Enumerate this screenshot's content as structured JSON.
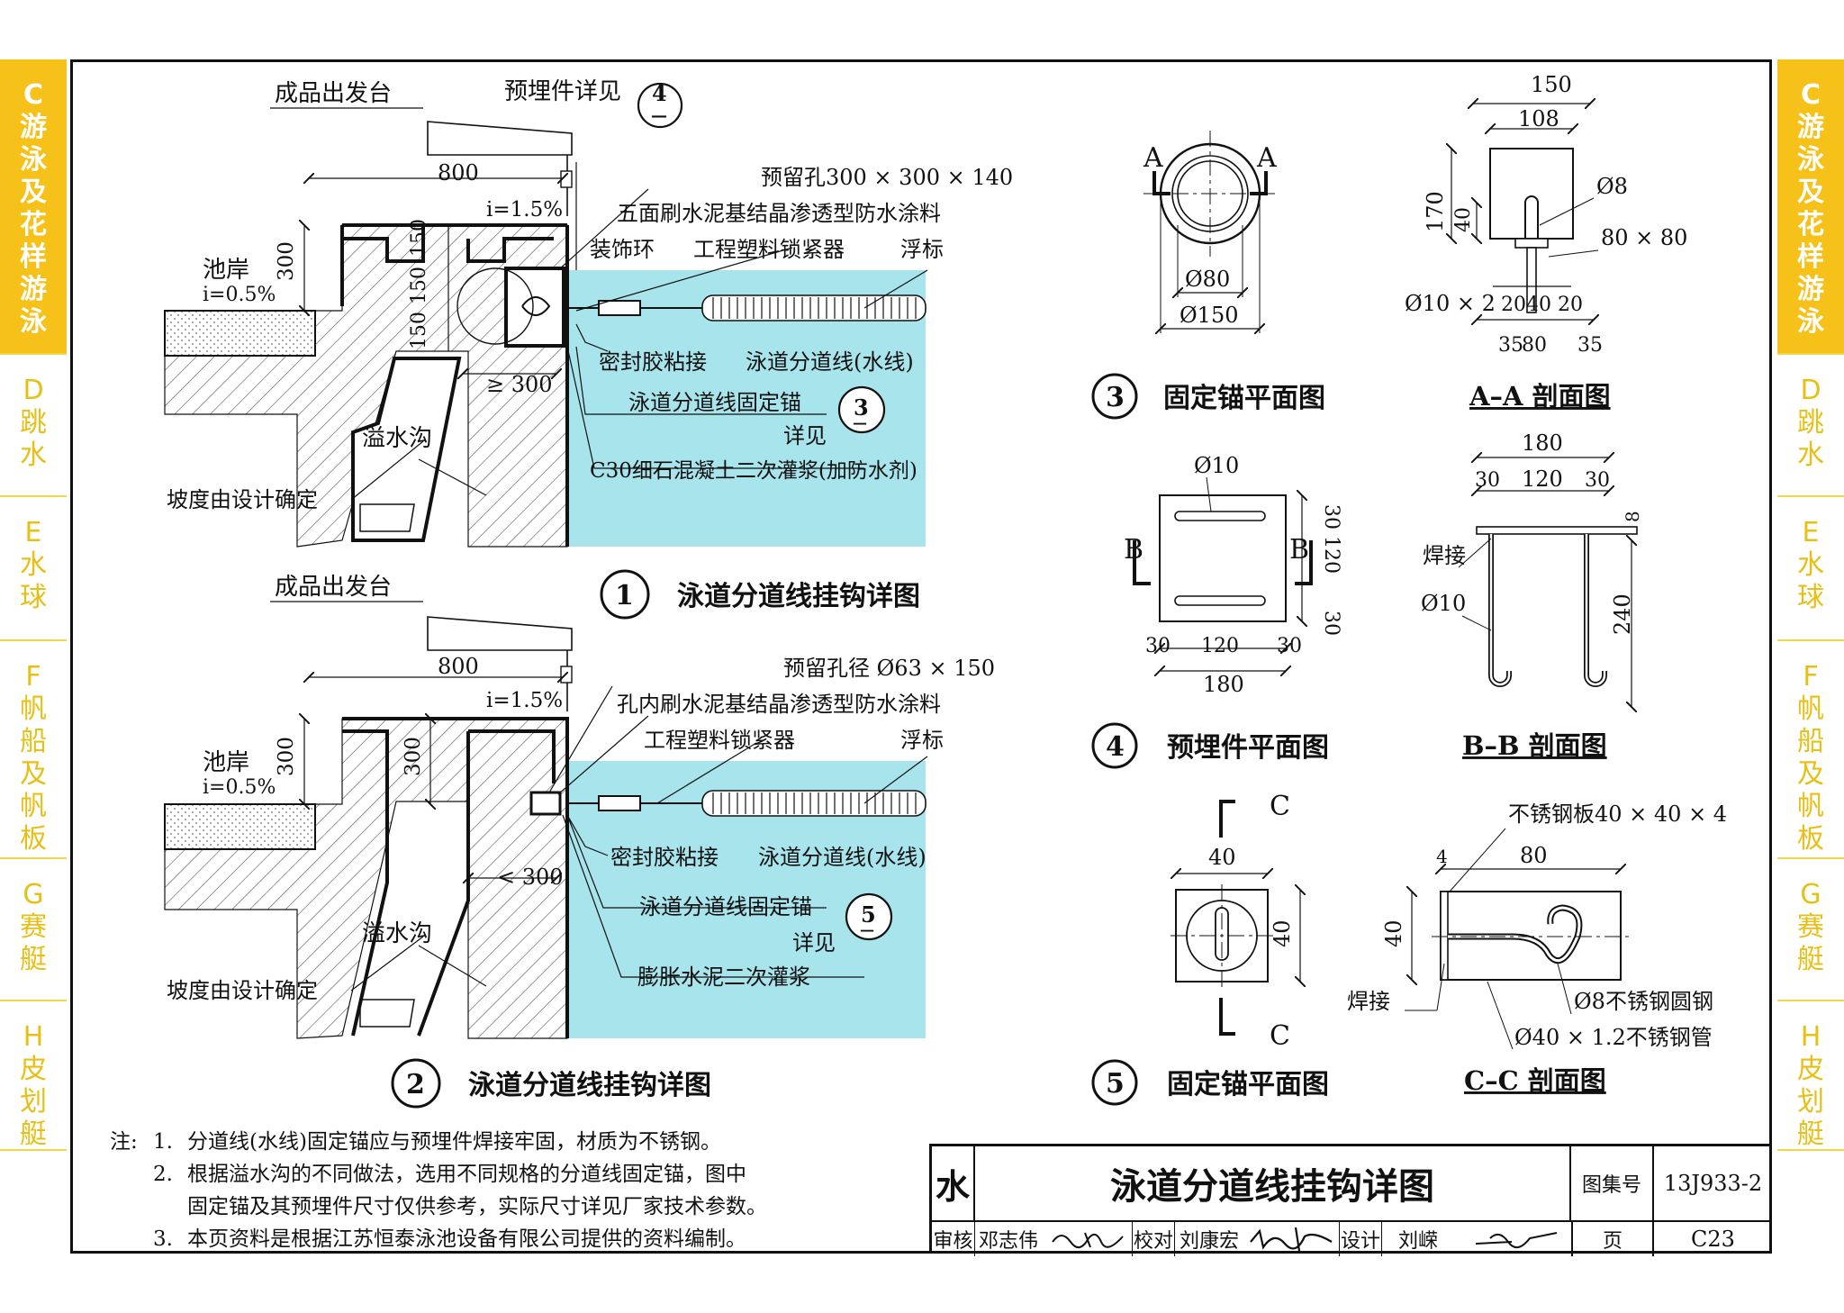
{
  "side_tabs": {
    "left": [
      {
        "code": "C",
        "chars": [
          "游",
          "泳",
          "及",
          "花",
          "样",
          "游",
          "泳"
        ],
        "active": true
      },
      {
        "code": "D",
        "chars": [
          "跳",
          "水"
        ],
        "active": false
      },
      {
        "code": "E",
        "chars": [
          "水",
          "球"
        ],
        "active": false
      },
      {
        "code": "F",
        "chars": [
          "帆",
          "船",
          "及",
          "帆",
          "板"
        ],
        "active": false
      },
      {
        "code": "G",
        "chars": [
          "赛",
          "艇"
        ],
        "active": false
      },
      {
        "code": "H",
        "chars": [
          "皮",
          "划",
          "艇"
        ],
        "active": false
      }
    ],
    "right": [
      {
        "code": "C",
        "chars": [
          "游",
          "泳",
          "及",
          "花",
          "样",
          "游",
          "泳"
        ],
        "active": true
      },
      {
        "code": "D",
        "chars": [
          "跳",
          "水"
        ],
        "active": false
      },
      {
        "code": "E",
        "chars": [
          "水",
          "球"
        ],
        "active": false
      },
      {
        "code": "F",
        "chars": [
          "帆",
          "船",
          "及",
          "帆",
          "板"
        ],
        "active": false
      },
      {
        "code": "G",
        "chars": [
          "赛",
          "艇"
        ],
        "active": false
      },
      {
        "code": "H",
        "chars": [
          "皮",
          "划",
          "艇"
        ],
        "active": false
      }
    ]
  },
  "detail1": {
    "number": "1",
    "caption": "泳道分道线挂钩详图",
    "labels": {
      "platform": "成品出发台",
      "embed_ref": "预埋件详见",
      "embed_ref_num": "4",
      "embed_ref_sub": "—",
      "dim_800": "800",
      "slope_top": "i=1.5%",
      "slope_deck": "i=0.5%",
      "deck": "池岸",
      "dim_300": "300",
      "dim_150a": "150",
      "dim_150b": "150",
      "dim_150c": "150",
      "hole": "预留孔300 × 300 × 140",
      "coating": "五面刷水泥基结晶渗透型防水涂料",
      "ring": "装饰环",
      "tensioner": "工程塑料锁紧器",
      "float": "浮标",
      "sealant": "密封胶粘接",
      "lane_line": "泳道分道线(水线)",
      "min_dist": "≥ 300",
      "anchor": "泳道分道线固定锚",
      "anchor_ref": "详见",
      "anchor_ref_num": "3",
      "anchor_ref_sub": "—",
      "gutter": "溢水沟",
      "grout": "C30细石混凝土二次灌浆(加防水剂)",
      "slope_note": "坡度由设计确定"
    }
  },
  "detail2": {
    "number": "2",
    "caption": "泳道分道线挂钩详图",
    "labels": {
      "platform": "成品出发台",
      "dim_800": "800",
      "slope_top": "i=1.5%",
      "slope_deck": "i=0.5%",
      "deck": "池岸",
      "dim_300a": "300",
      "dim_300b": "300",
      "hole": "预留孔径 Ø63 × 150",
      "coating": "孔内刷水泥基结晶渗透型防水涂料",
      "tensioner": "工程塑料锁紧器",
      "float": "浮标",
      "sealant": "密封胶粘接",
      "lane_line": "泳道分道线(水线)",
      "max_dist": "< 300",
      "anchor": "泳道分道线固定锚",
      "anchor_ref": "详见",
      "anchor_ref_num": "5",
      "anchor_ref_sub": "—",
      "gutter": "溢水沟",
      "grout": "膨胀水泥二次灌浆",
      "slope_note": "坡度由设计确定"
    }
  },
  "detail3": {
    "number": "3",
    "caption": "固定锚平面图",
    "sec": "A",
    "d1": "Ø80",
    "d2": "Ø150"
  },
  "detailAA": {
    "caption": "A–A 剖面图",
    "w150": "150",
    "w108": "108",
    "h170": "170",
    "h40": "40",
    "rod": "Ø8",
    "plate": "80 × 80",
    "bar": "Ø10 × 2",
    "b1": "20",
    "b2": "40",
    "b3": "20",
    "c1": "35",
    "c2": "80",
    "c3": "35"
  },
  "detail4": {
    "number": "4",
    "caption": "预埋件平面图",
    "sec": "B",
    "rod": "Ø10",
    "v1": "30",
    "v2": "120",
    "v3": "30",
    "h1": "30",
    "h2": "120",
    "h3": "30",
    "w": "180"
  },
  "detailBB": {
    "caption": "B–B 剖面图",
    "w": "180",
    "a": "30",
    "b": "120",
    "c": "30",
    "t": "8",
    "weld": "焊接",
    "rod": "Ø10",
    "h": "240"
  },
  "detail5": {
    "number": "5",
    "caption": "固定锚平面图",
    "sec": "C",
    "w": "40",
    "h": "40"
  },
  "detailCC": {
    "caption": "C–C 剖面图",
    "plate": "不锈钢板40 × 40 × 4",
    "t": "4",
    "len": "80",
    "h": "40",
    "weld": "焊接",
    "rod": "Ø8不锈钢圆钢",
    "tube": "Ø40 × 1.2不锈钢管"
  },
  "notes": {
    "tag": "注:",
    "items": [
      {
        "idx": "1.",
        "text": "分道线(水线)固定锚应与预埋件焊接牢固，材质为不锈钢。"
      },
      {
        "idx": "2.",
        "text": "根据溢水沟的不同做法，选用不同规格的分道线固定锚，图中"
      },
      {
        "idx": "",
        "text": "固定锚及其预埋件尺寸仅供参考，实际尺寸详见厂家技术参数。"
      },
      {
        "idx": "3.",
        "text": "本页资料是根据江苏恒泰泳池设备有限公司提供的资料编制。"
      }
    ]
  },
  "title_block": {
    "category": "水",
    "title": "泳道分道线挂钩详图",
    "atlas_label": "图集号",
    "atlas_no": "13J933-2",
    "review_label": "审核",
    "reviewer": "邓志伟",
    "check_label": "校对",
    "checker": "刘康宏",
    "design_label": "设计",
    "designer": "刘嵘",
    "page_label": "页",
    "page_no": "C23"
  },
  "colors": {
    "water": "#a8e4ec",
    "tab_active": "#f6c21a",
    "tab_text": "#e8bf14"
  }
}
